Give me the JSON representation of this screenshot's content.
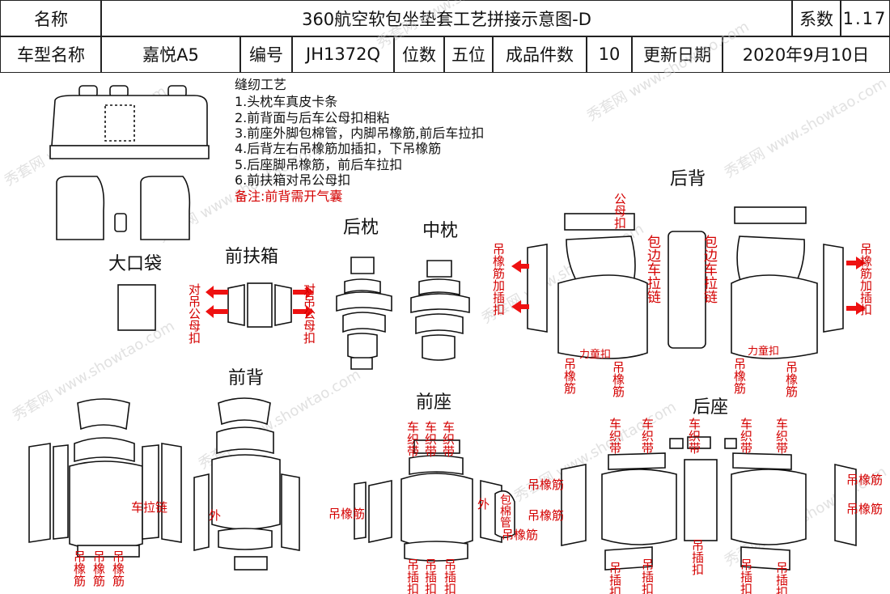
{
  "header": {
    "name_label": "名称",
    "title": "360航空软包坐垫套工艺拼接示意图-D",
    "coef_label": "系数",
    "coef_value": "1.17",
    "model_label": "车型名称",
    "model_value": "嘉悦A5",
    "code_label": "编号",
    "code_value": "JH1372Q",
    "seats_label": "位数",
    "seats_value": "五位",
    "pieces_label": "成品件数",
    "pieces_value": "10",
    "date_label": "更新日期",
    "date_value": "2020年9月10日"
  },
  "notes": {
    "title": "缝纫工艺",
    "steps": [
      "1.头枕车真皮卡条",
      "2.前背面与后车公母扣相粘",
      "3.前座外脚包棉管，内脚吊橡筋,前后车拉扣",
      "4.后背左右吊橡筋加插扣，下吊橡筋",
      "5.后座脚吊橡筋，前后车拉扣",
      "6.前扶箱对吊公母扣"
    ],
    "remark": "备注:前背需开气囊"
  },
  "sections": {
    "big_bag": "大口袋",
    "front_armrest": "前扶箱",
    "rear_pillow": "后枕",
    "mid_pillow": "中枕",
    "rear_back": "后背",
    "front_back": "前背",
    "front_seat": "前座",
    "rear_seat": "后座"
  },
  "labels": {
    "dui_diao_gmk": "对吊公母扣",
    "gong_mu": "公母扣",
    "diao_xj_cha": "吊橡筋加插扣",
    "bao_bian_lalian": "包边车拉链",
    "diao_xj": "吊橡筋",
    "che_lalian": "车拉链",
    "wai": "外",
    "che_zhidai": "车织带",
    "diao_chakou": "吊插扣",
    "bao_mianguan": "包棉管",
    "li_tong_kou": "力童扣"
  },
  "watermark": "秀套网 www.showtao.com",
  "colors": {
    "note_red": "#d40000",
    "arrow": "#e11111"
  }
}
